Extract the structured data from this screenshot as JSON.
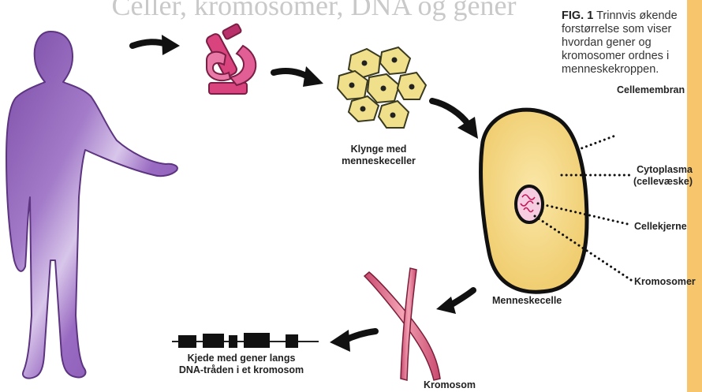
{
  "title": "Celler, kromosomer, DNA og gener",
  "caption": {
    "fig": "FIG. 1",
    "text": "Trinnvis økende forstørrelse som viser hvordan gener og kromosomer ordnes i menneskekroppen."
  },
  "labels": {
    "cluster_line1": "Klynge med",
    "cluster_line2": "menneskeceller",
    "cell_membrane": "Cellemembran",
    "cytoplasm_line1": "Cytoplasma",
    "cytoplasm_line2": "(cellevæske)",
    "nucleus": "Cellekjerne",
    "chromosomes": "Kromosomer",
    "human_cell": "Menneskecelle",
    "chromosome": "Kromosom",
    "genes_line1": "Kjede med gener langs",
    "genes_line2": "DNA-tråden i et kromosom"
  },
  "colors": {
    "figure_purple": "#8a58b5",
    "microscope": "#d9447f",
    "cell_fill": "#f3d77e",
    "chromosome": "#e56a8e",
    "accent_bar": "#f7c56b"
  }
}
